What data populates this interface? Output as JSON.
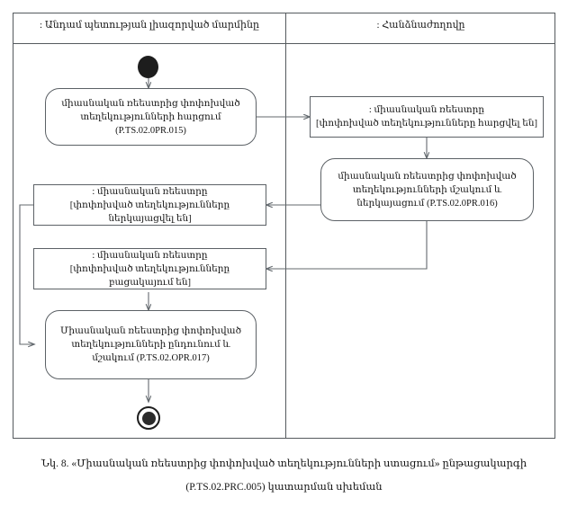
{
  "figure": {
    "lanes": [
      {
        "id": "member-state-authority",
        "title": ": Անդամ պետության լիազորված մարմինը"
      },
      {
        "id": "commission",
        "title": ": Հանձնաժողովը"
      }
    ],
    "nodes": {
      "initial": {
        "name": "initial-node",
        "label": ""
      },
      "activity_request": {
        "text": "միասնական ռեեստրից փոփոխված\nտեղեկությունների հարցում\n(P.TS.02.0PR.015)"
      },
      "object_requested": {
        "text": ": միասնական ռեեստրը\n[փոփոխված տեղեկությունները հարցվել են]"
      },
      "activity_process_submit": {
        "text": "միասնական ռեեստրից փոփոխված\nտեղեկությունների մշակում և\nներկայացում (P.TS.02.0PR.016)"
      },
      "object_submitted": {
        "text": ": միասնական ռեեստրը\n[փոփոխված տեղեկությունները ներկայացվել են]"
      },
      "object_absent": {
        "text": ": միասնական ռեեստրը\n[փոփոխված տեղեկությունները բացակայում են]"
      },
      "activity_receive_process": {
        "text": "Միասնական ռեեստրից փոփոխված\nտեղեկությունների ընդունում և\nմշակում (P.TS.02.OPR.017)"
      },
      "final": {
        "name": "final-node",
        "label": ""
      }
    },
    "caption": {
      "line1": "Նկ. 8. «Միասնական ռեեստրից փոփոխված տեղեկությունների ստացում» ընթացակարգի",
      "line2": "(P.TS.02.PRC.005) կատարման սխեման"
    },
    "colors": {
      "border": "#555a5e",
      "node_border": "#5c6166",
      "edge": "#63696e",
      "node_fill": "#ffffff",
      "text": "#141414",
      "marker_fill": "#1d1d1d"
    }
  }
}
